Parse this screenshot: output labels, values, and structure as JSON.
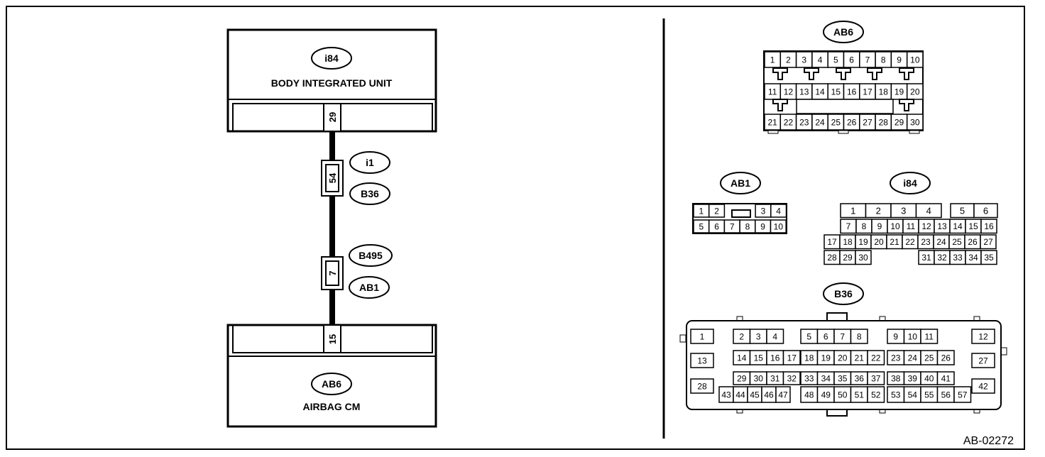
{
  "units": {
    "top": {
      "connector": "i84",
      "name": "BODY INTEGRATED UNIT",
      "pin": "29"
    },
    "bottom": {
      "connector": "AB6",
      "name": "AIRBAG CM",
      "pin": "15"
    }
  },
  "junctions": [
    {
      "pin": "54",
      "labels": [
        "i1",
        "B36"
      ]
    },
    {
      "pin": "7",
      "labels": [
        "B495",
        "AB1"
      ]
    }
  ],
  "connectors": {
    "AB6": {
      "label": "AB6",
      "rows": [
        [
          "1",
          "2",
          "3",
          "4",
          "5",
          "6",
          "7",
          "8",
          "9",
          "10"
        ],
        [
          "11",
          "12",
          "13",
          "14",
          "15",
          "16",
          "17",
          "18",
          "19",
          "20"
        ],
        [
          "21",
          "22",
          "23",
          "24",
          "25",
          "26",
          "27",
          "28",
          "29",
          "30"
        ]
      ]
    },
    "AB1": {
      "label": "AB1",
      "rows": [
        [
          "1",
          "2",
          "3",
          "4"
        ],
        [
          "5",
          "6",
          "7",
          "8",
          "9",
          "10"
        ]
      ]
    },
    "i84": {
      "label": "i84",
      "rows": [
        [
          "1",
          "2",
          "3",
          "4",
          "5",
          "6"
        ],
        [
          "7",
          "8",
          "9",
          "10",
          "11",
          "12",
          "13",
          "14",
          "15",
          "16"
        ],
        [
          "17",
          "18",
          "19",
          "20",
          "21",
          "22",
          "23",
          "24",
          "25",
          "26",
          "27"
        ],
        [
          "28",
          "29",
          "30",
          "31",
          "32",
          "33",
          "34",
          "35"
        ]
      ]
    },
    "B36": {
      "label": "B36",
      "singles": [
        "1",
        "12",
        "13",
        "27",
        "28",
        "42"
      ],
      "groups": [
        [
          "2",
          "3",
          "4"
        ],
        [
          "5",
          "6",
          "7",
          "8"
        ],
        [
          "9",
          "10",
          "11"
        ],
        [
          "14",
          "15",
          "16",
          "17"
        ],
        [
          "18",
          "19",
          "20",
          "21",
          "22"
        ],
        [
          "23",
          "24",
          "25",
          "26"
        ],
        [
          "29",
          "30",
          "31",
          "32"
        ],
        [
          "33",
          "34",
          "35",
          "36",
          "37"
        ],
        [
          "38",
          "39",
          "40",
          "41"
        ],
        [
          "43",
          "44",
          "45",
          "46",
          "47"
        ],
        [
          "48",
          "49",
          "50",
          "51",
          "52"
        ],
        [
          "53",
          "54",
          "55",
          "56",
          "57"
        ]
      ]
    }
  },
  "figure_id": "AB-02272"
}
